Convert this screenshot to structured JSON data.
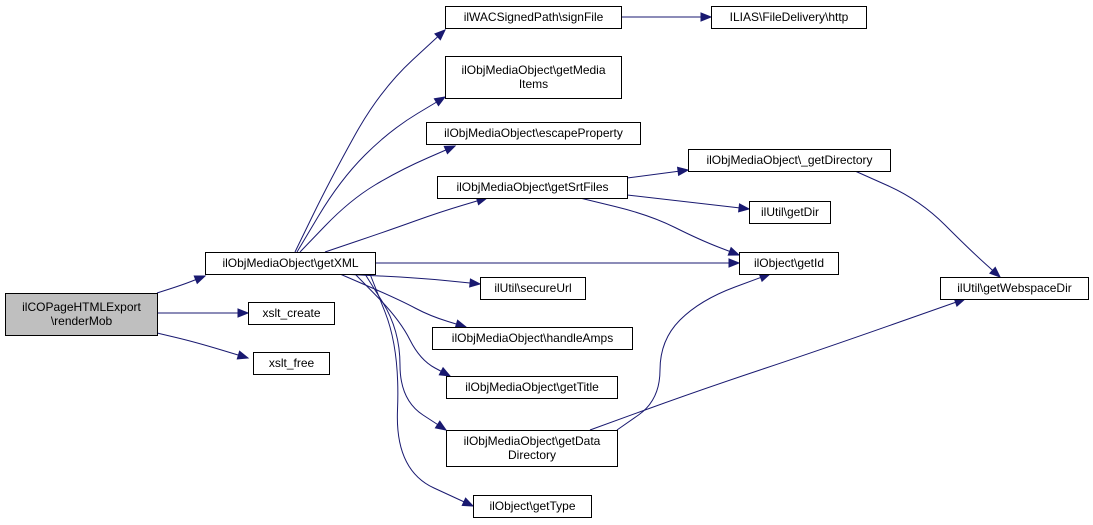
{
  "diagram": {
    "colors": {
      "edge": "#191970",
      "root_fill": "#bfbfbf",
      "node_fill": "#ffffff",
      "node_stroke": "#000000"
    },
    "nodes": [
      {
        "id": "renderMob",
        "lines": [
          "ilCOPageHTMLExport",
          "\\renderMob"
        ]
      },
      {
        "id": "getXML",
        "lines": [
          "ilObjMediaObject\\getXML"
        ]
      },
      {
        "id": "xslt_create",
        "lines": [
          "xslt_create"
        ]
      },
      {
        "id": "xslt_free",
        "lines": [
          "xslt_free"
        ]
      },
      {
        "id": "signFile",
        "lines": [
          "ilWACSignedPath\\signFile"
        ]
      },
      {
        "id": "http",
        "lines": [
          "ILIAS\\FileDelivery\\http"
        ]
      },
      {
        "id": "getMediaItems",
        "lines": [
          "ilObjMediaObject\\getMedia",
          "Items"
        ]
      },
      {
        "id": "escapeProperty",
        "lines": [
          "ilObjMediaObject\\escapeProperty"
        ]
      },
      {
        "id": "getSrtFiles",
        "lines": [
          "ilObjMediaObject\\getSrtFiles"
        ]
      },
      {
        "id": "_getDirectory",
        "lines": [
          "ilObjMediaObject\\_getDirectory"
        ]
      },
      {
        "id": "getDir",
        "lines": [
          "ilUtil\\getDir"
        ]
      },
      {
        "id": "getId",
        "lines": [
          "ilObject\\getId"
        ]
      },
      {
        "id": "getWebspaceDir",
        "lines": [
          "ilUtil\\getWebspaceDir"
        ]
      },
      {
        "id": "secureUrl",
        "lines": [
          "ilUtil\\secureUrl"
        ]
      },
      {
        "id": "handleAmps",
        "lines": [
          "ilObjMediaObject\\handleAmps"
        ]
      },
      {
        "id": "getTitle",
        "lines": [
          "ilObjMediaObject\\getTitle"
        ]
      },
      {
        "id": "getDataDirectory",
        "lines": [
          "ilObjMediaObject\\getData",
          "Directory"
        ]
      },
      {
        "id": "getType",
        "lines": [
          "ilObject\\getType"
        ]
      }
    ],
    "edges": [
      {
        "from": "renderMob",
        "to": "getXML"
      },
      {
        "from": "renderMob",
        "to": "xslt_create"
      },
      {
        "from": "renderMob",
        "to": "xslt_free"
      },
      {
        "from": "getXML",
        "to": "signFile"
      },
      {
        "from": "getXML",
        "to": "getMediaItems"
      },
      {
        "from": "getXML",
        "to": "escapeProperty"
      },
      {
        "from": "getXML",
        "to": "getSrtFiles"
      },
      {
        "from": "getXML",
        "to": "getId"
      },
      {
        "from": "getXML",
        "to": "secureUrl"
      },
      {
        "from": "getXML",
        "to": "handleAmps"
      },
      {
        "from": "getXML",
        "to": "getTitle"
      },
      {
        "from": "getXML",
        "to": "getDataDirectory"
      },
      {
        "from": "getXML",
        "to": "getType"
      },
      {
        "from": "signFile",
        "to": "http"
      },
      {
        "from": "getSrtFiles",
        "to": "_getDirectory"
      },
      {
        "from": "getSrtFiles",
        "to": "getDir"
      },
      {
        "from": "getSrtFiles",
        "to": "getId"
      },
      {
        "from": "_getDirectory",
        "to": "getWebspaceDir"
      },
      {
        "from": "getDataDirectory",
        "to": "getId"
      },
      {
        "from": "getDataDirectory",
        "to": "getWebspaceDir"
      }
    ]
  }
}
